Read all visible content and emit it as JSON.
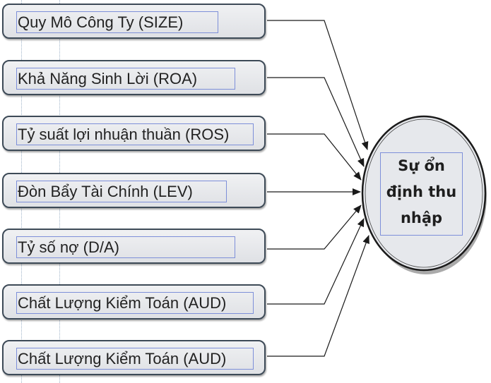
{
  "factors": [
    {
      "label": "Quy Mô Công Ty (SIZE)"
    },
    {
      "label": "Khả Năng Sinh Lời (ROA)"
    },
    {
      "label": "Tỷ suất lợi nhuận thuần (ROS)"
    },
    {
      "label": "Đòn Bẩy Tài Chính (LEV)"
    },
    {
      "label": "Tỷ số nợ (D/A)"
    },
    {
      "label": "Chất Lượng Kiểm Toán (AUD)"
    },
    {
      "label": "Chất Lượng Kiểm Toán (AUD)"
    }
  ],
  "outcome": {
    "label": "Sự ổn định thu nhập"
  },
  "colors": {
    "box_border": "#3d4a57",
    "box_fill": "#e6e8ec",
    "arrow": "#1a1a1a",
    "label_outline": "#7d8fd9"
  }
}
